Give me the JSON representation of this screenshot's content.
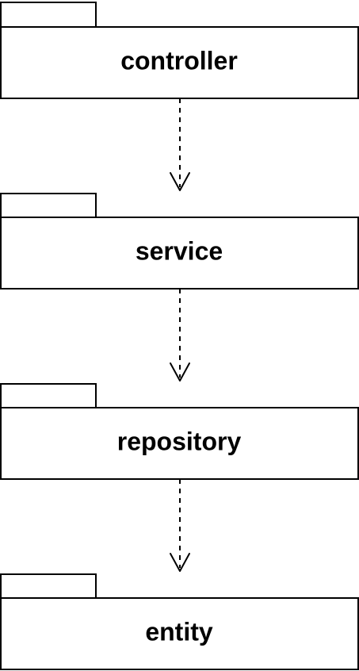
{
  "diagram": {
    "packages": [
      {
        "id": "controller",
        "label": "controller"
      },
      {
        "id": "service",
        "label": "service"
      },
      {
        "id": "repository",
        "label": "repository"
      },
      {
        "id": "entity",
        "label": "entity"
      }
    ],
    "dependencies": [
      {
        "from": "controller",
        "to": "service",
        "style": "dashed-open-arrow"
      },
      {
        "from": "service",
        "to": "repository",
        "style": "dashed-open-arrow"
      },
      {
        "from": "repository",
        "to": "entity",
        "style": "dashed-open-arrow"
      }
    ]
  }
}
